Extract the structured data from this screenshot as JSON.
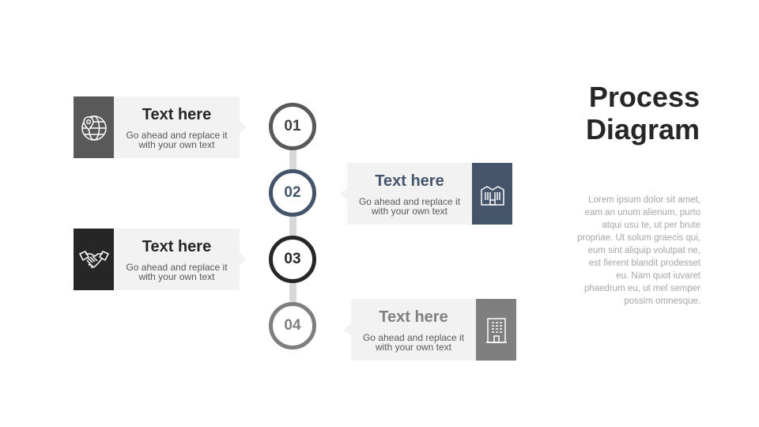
{
  "heading": {
    "line1": "Process",
    "line2": "Diagram"
  },
  "description": "Lorem ipsum dolor sit amet, eam an unum alienum, purto atqui usu te, ut per brute propriae. Ut solum graecis qui, eum sint aliquip volutpat ne, est fierent blandit prodesset eu. Nam quot iuvaret phaedrum eu, ut mel semper possim omnesque.",
  "steps": [
    {
      "number": "01",
      "title": "Text here",
      "body_line1": "Go ahead and replace it",
      "body_line2": "with your own text",
      "icon": "globe-location-icon",
      "color": "#595959"
    },
    {
      "number": "02",
      "title": "Text here",
      "body_line1": "Go ahead and replace it",
      "body_line2": "with your own text",
      "icon": "factory-building-icon",
      "color": "#44546a"
    },
    {
      "number": "03",
      "title": "Text here",
      "body_line1": "Go ahead and replace it",
      "body_line2": "with your own text",
      "icon": "handshake-icon",
      "color": "#262626"
    },
    {
      "number": "04",
      "title": "Text here",
      "body_line1": "Go ahead and replace it",
      "body_line2": "with your own text",
      "icon": "office-building-icon",
      "color": "#7f7f7f"
    }
  ]
}
